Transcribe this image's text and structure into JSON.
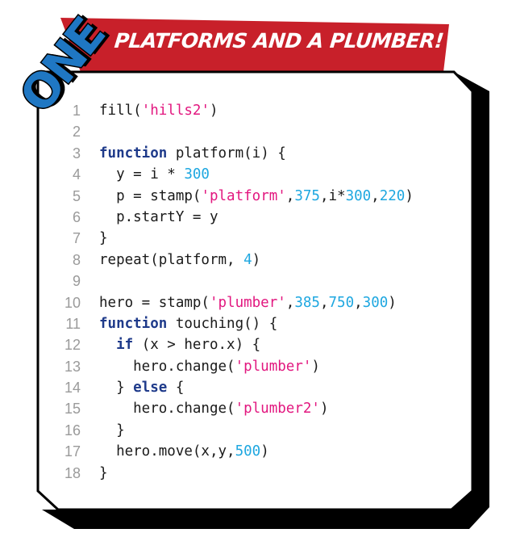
{
  "badge": {
    "text": "ONE",
    "color": "#1f77c3"
  },
  "banner": {
    "title": "PLATFORMS AND A PLUMBER!",
    "color": "#c8202a"
  },
  "colors": {
    "keyword": "#1e3a8a",
    "string": "#e2177f",
    "number": "#1ea7e0",
    "line_number": "#9a9a9a",
    "text": "#1a1a1a"
  },
  "code": {
    "lines": [
      {
        "n": "1",
        "tokens": [
          [
            "t",
            "fill("
          ],
          [
            "s",
            "'hills2'"
          ],
          [
            "t",
            ")"
          ]
        ]
      },
      {
        "n": "2",
        "tokens": []
      },
      {
        "n": "3",
        "tokens": [
          [
            "k",
            "function"
          ],
          [
            "t",
            " platform(i) {"
          ]
        ]
      },
      {
        "n": "4",
        "tokens": [
          [
            "t",
            "  y = i * "
          ],
          [
            "d",
            "300"
          ]
        ]
      },
      {
        "n": "5",
        "tokens": [
          [
            "t",
            "  p = stamp("
          ],
          [
            "s",
            "'platform'"
          ],
          [
            "t",
            ","
          ],
          [
            "d",
            "375"
          ],
          [
            "t",
            ",i*"
          ],
          [
            "d",
            "300"
          ],
          [
            "t",
            ","
          ],
          [
            "d",
            "220"
          ],
          [
            "t",
            ")"
          ]
        ]
      },
      {
        "n": "6",
        "tokens": [
          [
            "t",
            "  p.startY = y"
          ]
        ]
      },
      {
        "n": "7",
        "tokens": [
          [
            "t",
            "}"
          ]
        ]
      },
      {
        "n": "8",
        "tokens": [
          [
            "t",
            "repeat(platform, "
          ],
          [
            "d",
            "4"
          ],
          [
            "t",
            ")"
          ]
        ]
      },
      {
        "n": "9",
        "tokens": []
      },
      {
        "n": "10",
        "tokens": [
          [
            "t",
            "hero = stamp("
          ],
          [
            "s",
            "'plumber'"
          ],
          [
            "t",
            ","
          ],
          [
            "d",
            "385"
          ],
          [
            "t",
            ","
          ],
          [
            "d",
            "750"
          ],
          [
            "t",
            ","
          ],
          [
            "d",
            "300"
          ],
          [
            "t",
            ")"
          ]
        ]
      },
      {
        "n": "11",
        "tokens": [
          [
            "k",
            "function"
          ],
          [
            "t",
            " touching() {"
          ]
        ]
      },
      {
        "n": "12",
        "tokens": [
          [
            "t",
            "  "
          ],
          [
            "k",
            "if"
          ],
          [
            "t",
            " (x > hero.x) {"
          ]
        ]
      },
      {
        "n": "13",
        "tokens": [
          [
            "t",
            "    hero.change("
          ],
          [
            "s",
            "'plumber'"
          ],
          [
            "t",
            ")"
          ]
        ]
      },
      {
        "n": "14",
        "tokens": [
          [
            "t",
            "  } "
          ],
          [
            "k",
            "else"
          ],
          [
            "t",
            " {"
          ]
        ]
      },
      {
        "n": "15",
        "tokens": [
          [
            "t",
            "    hero.change("
          ],
          [
            "s",
            "'plumber2'"
          ],
          [
            "t",
            ")"
          ]
        ]
      },
      {
        "n": "16",
        "tokens": [
          [
            "t",
            "  }"
          ]
        ]
      },
      {
        "n": "17",
        "tokens": [
          [
            "t",
            "  hero.move(x,y,"
          ],
          [
            "d",
            "500"
          ],
          [
            "t",
            ")"
          ]
        ]
      },
      {
        "n": "18",
        "tokens": [
          [
            "t",
            "}"
          ]
        ]
      }
    ]
  }
}
